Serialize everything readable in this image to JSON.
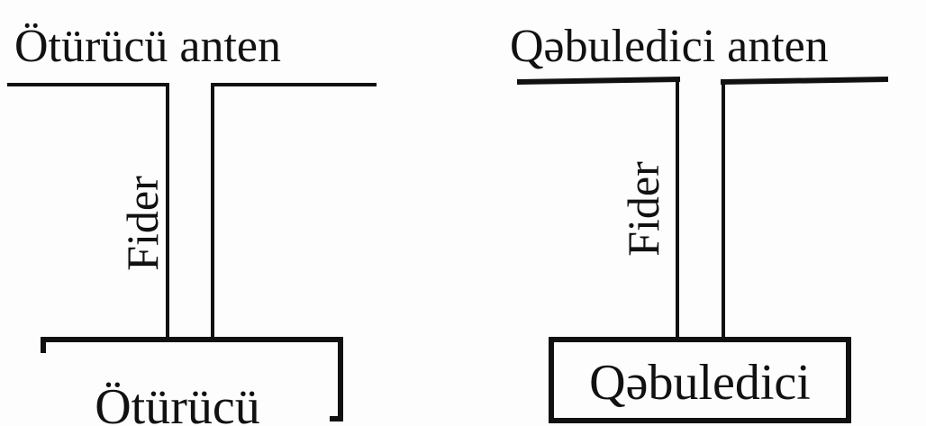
{
  "transmitter": {
    "antenna_label": "Ötürücü anten",
    "feeder_label": "Fider",
    "block_label": "Ötürücü"
  },
  "receiver": {
    "antenna_label": "Qəbuledici anten",
    "feeder_label": "Fider",
    "block_label": "Qəbuledici"
  },
  "colors": {
    "stroke": "#111111",
    "background": "#fdfdfd"
  }
}
